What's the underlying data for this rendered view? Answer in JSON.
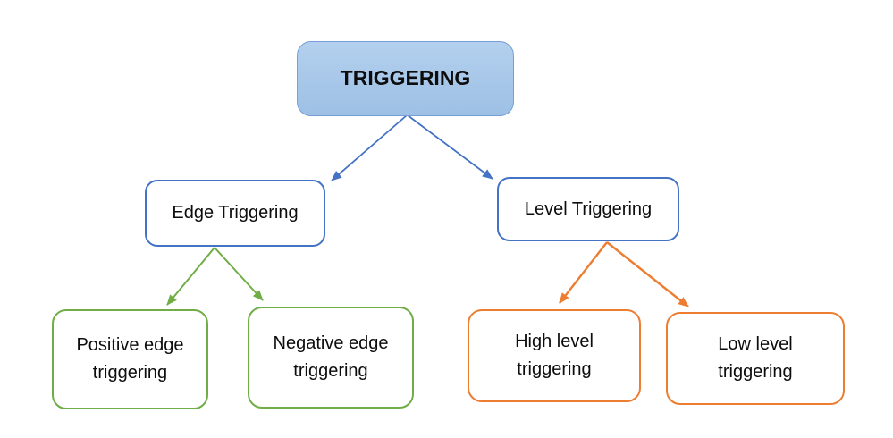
{
  "diagram": {
    "nodes": {
      "root": {
        "label": "TRIGGERING"
      },
      "edge": {
        "label": "Edge Triggering"
      },
      "level": {
        "label": "Level Triggering"
      },
      "positive": {
        "label": "Positive edge triggering"
      },
      "negative": {
        "label": "Negative edge triggering"
      },
      "high": {
        "label": "High level triggering"
      },
      "low": {
        "label": "Low level triggering"
      }
    },
    "connections": [
      {
        "from": "TRIGGERING",
        "to": "Edge Triggering",
        "color": "blue"
      },
      {
        "from": "TRIGGERING",
        "to": "Level Triggering",
        "color": "blue"
      },
      {
        "from": "Edge Triggering",
        "to": "Positive edge triggering",
        "color": "green"
      },
      {
        "from": "Edge Triggering",
        "to": "Negative edge triggering",
        "color": "green"
      },
      {
        "from": "Level Triggering",
        "to": "High level triggering",
        "color": "orange"
      },
      {
        "from": "Level Triggering",
        "to": "Low level triggering",
        "color": "orange"
      }
    ]
  },
  "colors": {
    "accent_blue": "#4472C4",
    "accent_green": "#70AD47",
    "accent_orange": "#ED7D31",
    "root_fill_top": "#B4D0EE",
    "root_fill_bottom": "#9DC0E5",
    "root_border": "#759FD6",
    "node_fill": "#FFFFFF",
    "text_color": "#0D0D0D",
    "background": "#FFFFFF"
  }
}
